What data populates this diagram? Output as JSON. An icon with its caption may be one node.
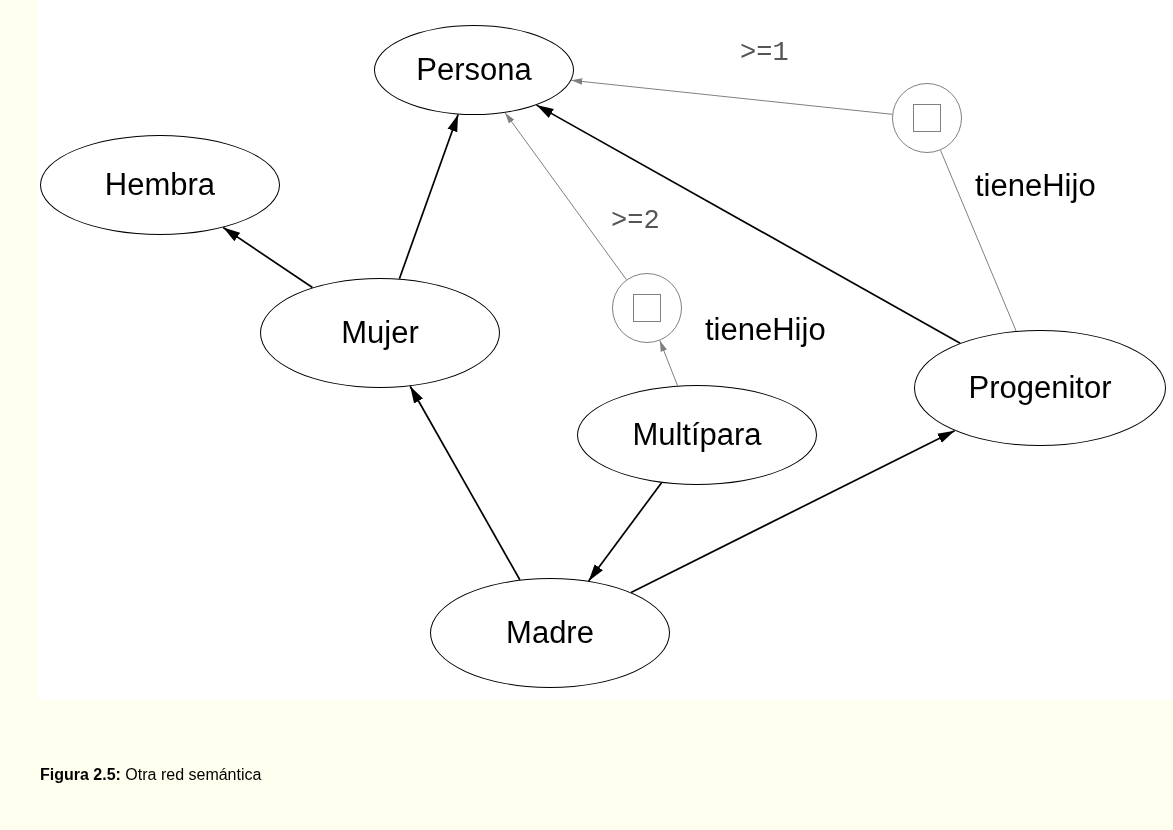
{
  "diagram": {
    "caption": "**Figura 2.5:** Otra red semántica",
    "nodes": [
      {
        "text": [
          "Persona"
        ]
      },
      {
        "text": [
          "Hembra"
        ]
      },
      {
        "text": [
          "Mujer"
        ]
      },
      {
        "text": [
          "Multípara"
        ]
      },
      {
        "text": [
          "Progenitor"
        ]
      },
      {
        "text": [
          "Madre"
        ]
      },
      {
        "text": [],
        "shape": "circle",
        "beside": [
          "tieneHijo"
        ]
      },
      {
        "text": [],
        "shape": "circle",
        "beside": [
          "tieneHijo"
        ]
      }
    ],
    "edges": [
      {
        "from": 2,
        "to": 1,
        "arrow": "to"
      },
      {
        "from": 2,
        "to": 0,
        "arrow": "to"
      },
      {
        "from": 5,
        "to": 2,
        "arrow": "to"
      },
      {
        "from": 3,
        "to": 5,
        "arrow": "to"
      },
      {
        "from": 5,
        "to": 4,
        "arrow": "to"
      },
      {
        "from": 4,
        "to": 0,
        "arrow": "to"
      },
      {
        "from": 3,
        "to": 6,
        "arrow": "to",
        "color": "#808080"
      },
      {
        "from": 6,
        "to": 0,
        "arrow": "to",
        "label": ">=2",
        "color": "#808080"
      },
      {
        "from": 4,
        "to": 7,
        "arrow": "none",
        "color": "#808080"
      },
      {
        "from": 7,
        "to": 0,
        "arrow": "to",
        "label": ">=1",
        "color": "#808080"
      }
    ]
  }
}
